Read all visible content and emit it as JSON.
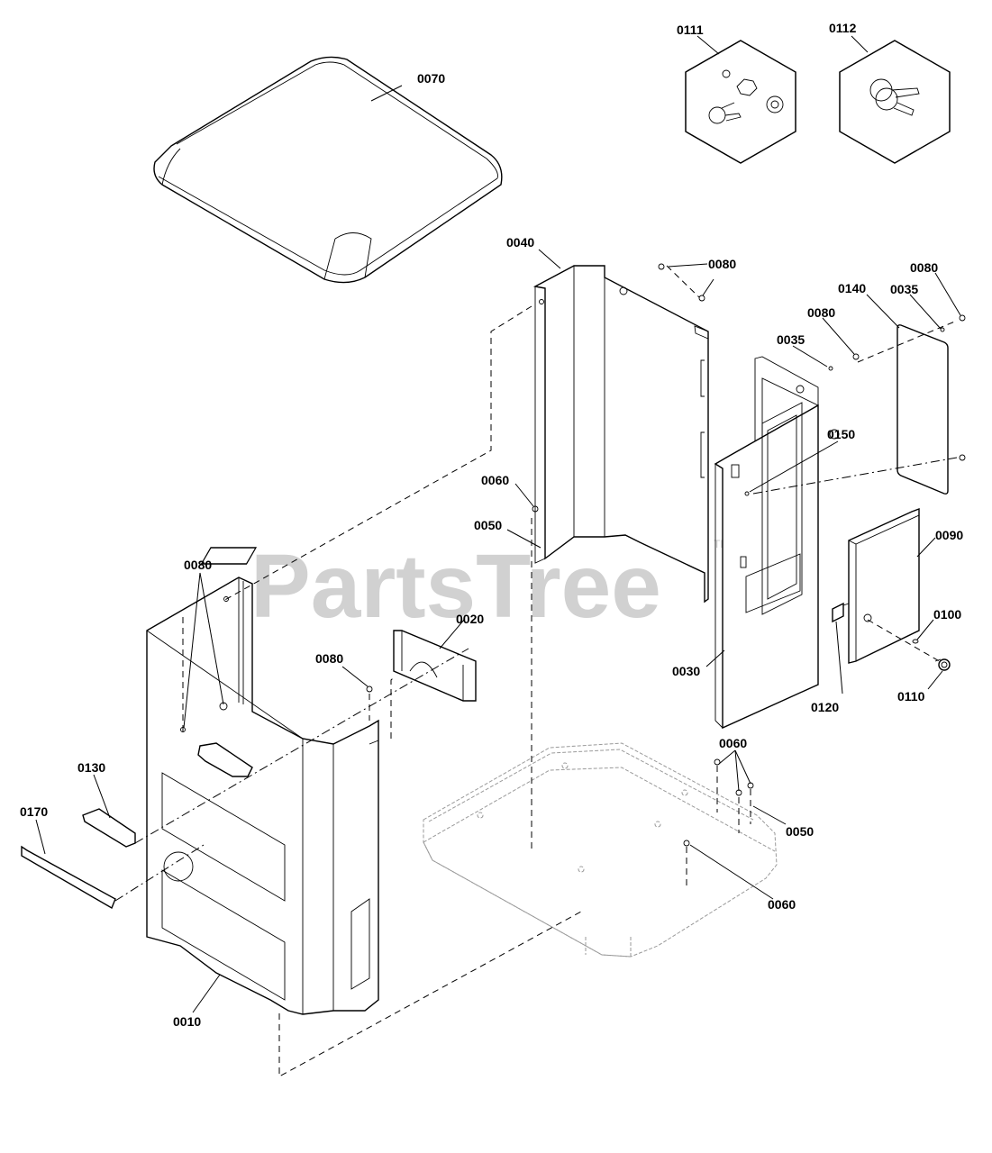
{
  "watermark": {
    "brand": "PartsTree",
    "trademark": "TM"
  },
  "callouts": {
    "c0070": "0070",
    "c0111": "0111",
    "c0112": "0112",
    "c0040": "0040",
    "c0080a": "0080",
    "c0080b": "0080",
    "c0080c": "0080",
    "c0080d": "0080",
    "c0080e": "0080",
    "c0140": "0140",
    "c0035a": "0035",
    "c0035b": "0035",
    "c0150": "0150",
    "c0060a": "0060",
    "c0050a": "0050",
    "c0020": "0020",
    "c0090": "0090",
    "c0100": "0100",
    "c0030": "0030",
    "c0120": "0120",
    "c0110": "0110",
    "c0060b": "0060",
    "c0050b": "0050",
    "c0060c": "0060",
    "c0130": "0130",
    "c0170": "0170",
    "c0010": "0010"
  }
}
